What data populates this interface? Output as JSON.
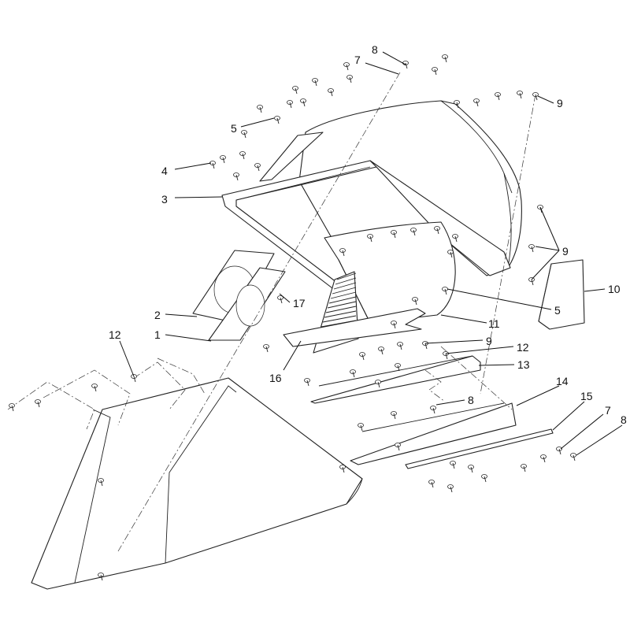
{
  "diagram": {
    "callouts": [
      {
        "id": "c8a",
        "label": "8"
      },
      {
        "id": "c7a",
        "label": "7"
      },
      {
        "id": "c9a",
        "label": "9"
      },
      {
        "id": "c5a",
        "label": "5"
      },
      {
        "id": "c4",
        "label": "4"
      },
      {
        "id": "c3",
        "label": "3"
      },
      {
        "id": "c9b",
        "label": "9"
      },
      {
        "id": "c10",
        "label": "10"
      },
      {
        "id": "c2",
        "label": "2"
      },
      {
        "id": "c17",
        "label": "17"
      },
      {
        "id": "c5b",
        "label": "5"
      },
      {
        "id": "c1",
        "label": "1"
      },
      {
        "id": "c11",
        "label": "11"
      },
      {
        "id": "c12a",
        "label": "12"
      },
      {
        "id": "c9c",
        "label": "9"
      },
      {
        "id": "c12b",
        "label": "12"
      },
      {
        "id": "c13",
        "label": "13"
      },
      {
        "id": "c16",
        "label": "16"
      },
      {
        "id": "c14",
        "label": "14"
      },
      {
        "id": "c8b",
        "label": "8"
      },
      {
        "id": "c15",
        "label": "15"
      },
      {
        "id": "c7b",
        "label": "7"
      },
      {
        "id": "c8c",
        "label": "8"
      }
    ]
  }
}
